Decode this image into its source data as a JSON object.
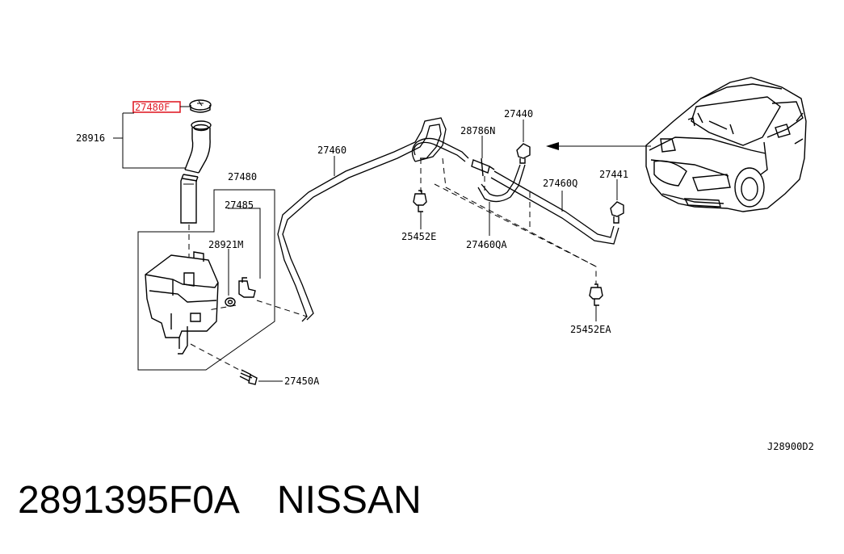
{
  "labels": {
    "p27480F": "27480F",
    "p28916": "28916",
    "p27480": "27480",
    "p27485": "27485",
    "p28921M": "28921M",
    "p27450A": "27450A",
    "p27460": "27460",
    "p25452E": "25452E",
    "p28786N": "28786N",
    "p27440": "27440",
    "p27460Q": "27460Q",
    "p27460QA": "27460QA",
    "p27441": "27441",
    "p25452EA": "25452EA",
    "diagram_code": "J28900D2"
  },
  "highlight": {
    "part": "27480F",
    "color": "#e0202a"
  },
  "footer": {
    "part_number": "2891395F0A",
    "brand": "NISSAN"
  }
}
